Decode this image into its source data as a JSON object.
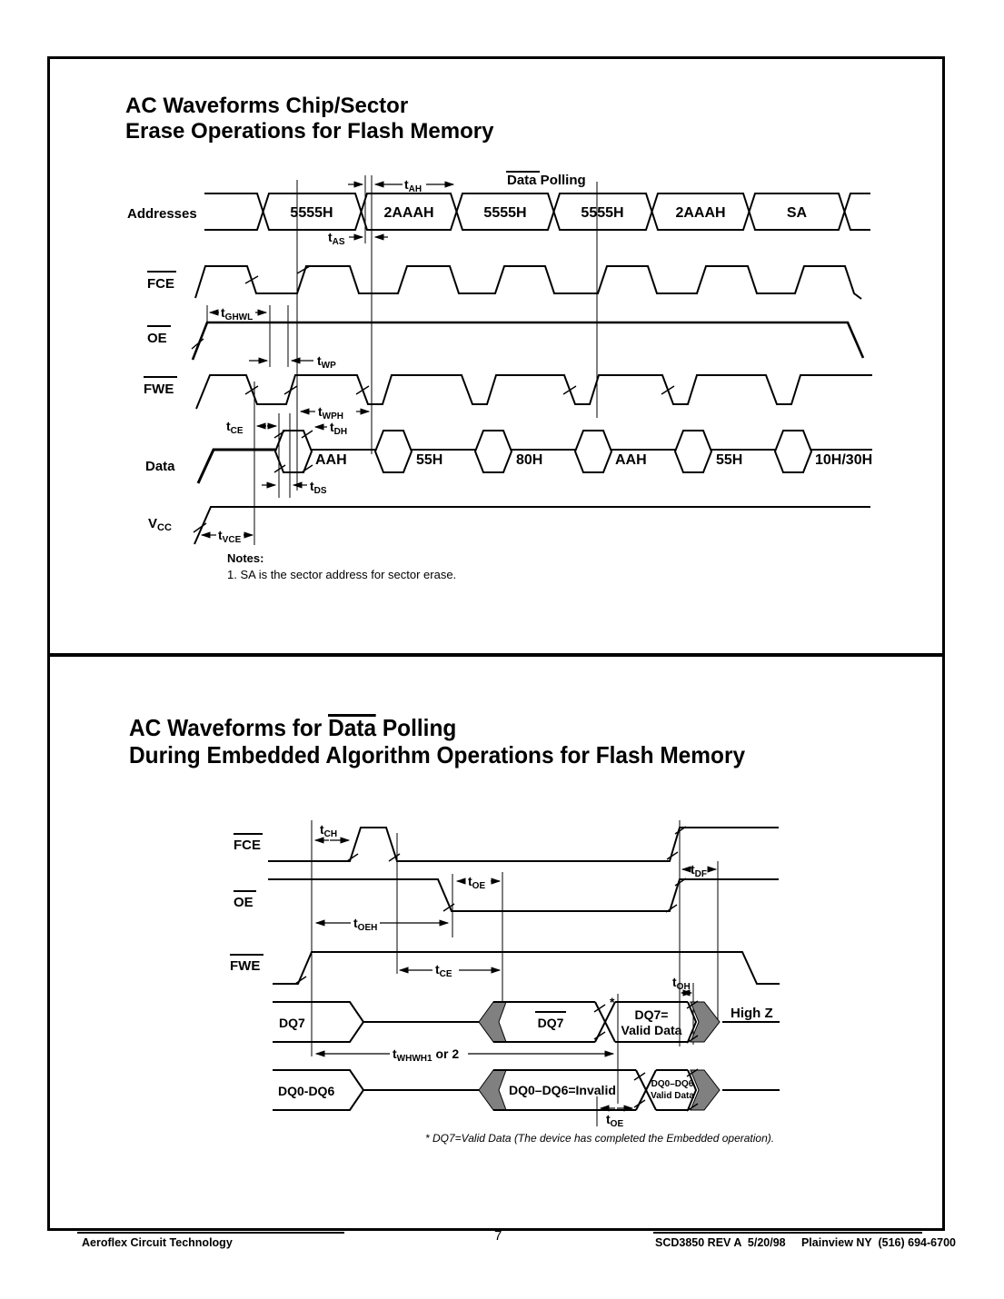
{
  "colors": {
    "ink": "#000000",
    "shade": "#808080"
  },
  "titles": {
    "erase_line1": "AC Waveforms Chip/Sector",
    "erase_line2": "Erase Operations for Flash Memory",
    "polling_pre": "AC Waveforms for ",
    "polling_overlined": "Data",
    "polling_post": " Polling",
    "polling_line2": "During Embedded Algorithm Operations for Flash Memory"
  },
  "d1": {
    "header_overlined": "Data",
    "header_rest": " Polling",
    "signals": {
      "addresses": "Addresses",
      "fce": "FCE",
      "oe": "OE",
      "fwe": "FWE",
      "data": "Data",
      "vcc_main": "V",
      "vcc_sub": "CC"
    },
    "addr": [
      "5555H",
      "2AAAH",
      "5555H",
      "5555H",
      "2AAAH",
      "SA"
    ],
    "data_vals": [
      "AAH",
      "55H",
      "80H",
      "AAH",
      "55H",
      "10H/30H"
    ],
    "timing": {
      "tah": {
        "p": "t",
        "s": "AH"
      },
      "tas": {
        "p": "t",
        "s": "AS"
      },
      "tghwl": {
        "p": "t",
        "s": "GHWL"
      },
      "twp": {
        "p": "t",
        "s": "WP"
      },
      "twph": {
        "p": "t",
        "s": "WPH"
      },
      "tce": {
        "p": "t",
        "s": "CE"
      },
      "tdh": {
        "p": "t",
        "s": "DH"
      },
      "tds": {
        "p": "t",
        "s": "DS"
      },
      "tvce": {
        "p": "t",
        "s": "VCE"
      }
    },
    "notes_heading": "Notes:",
    "notes_item": "1. SA is the sector address for sector erase."
  },
  "d2": {
    "signals": {
      "fce": "FCE",
      "oe": "OE",
      "fwe": "FWE"
    },
    "timing": {
      "tch": {
        "p": "t",
        "s": "CH"
      },
      "tdf": {
        "p": "t",
        "s": "DF"
      },
      "toe": {
        "p": "t",
        "s": "OE"
      },
      "toeh": {
        "p": "t",
        "s": "OEH"
      },
      "tce": {
        "p": "t",
        "s": "CE"
      },
      "toh": {
        "p": "t",
        "s": "OH"
      },
      "toe2": {
        "p": "t",
        "s": "OE"
      },
      "twhwh": {
        "p": "t",
        "s": "WHWH1",
        "rest": " or 2"
      }
    },
    "labels": {
      "dq7": "DQ7",
      "dq7_bar": "DQ7",
      "dq7_valid1": "DQ7=",
      "dq7_valid2": "Valid Data",
      "high_z": "High Z",
      "star": "*",
      "dq06": "DQ0-DQ6",
      "dq06_invalid": "DQ0–DQ6=Invalid",
      "dq06_valid1": "DQ0–DQ6",
      "dq06_valid2": "Valid Data"
    },
    "footnote": "* DQ7=Valid Data (The device has completed the Embedded operation)."
  },
  "footer": {
    "company": "Aeroflex Circuit Technology",
    "page_number": "7",
    "doc_ref": "SCD3850 REV A  5/20/98     Plainview NY  (516) 694-6700"
  }
}
